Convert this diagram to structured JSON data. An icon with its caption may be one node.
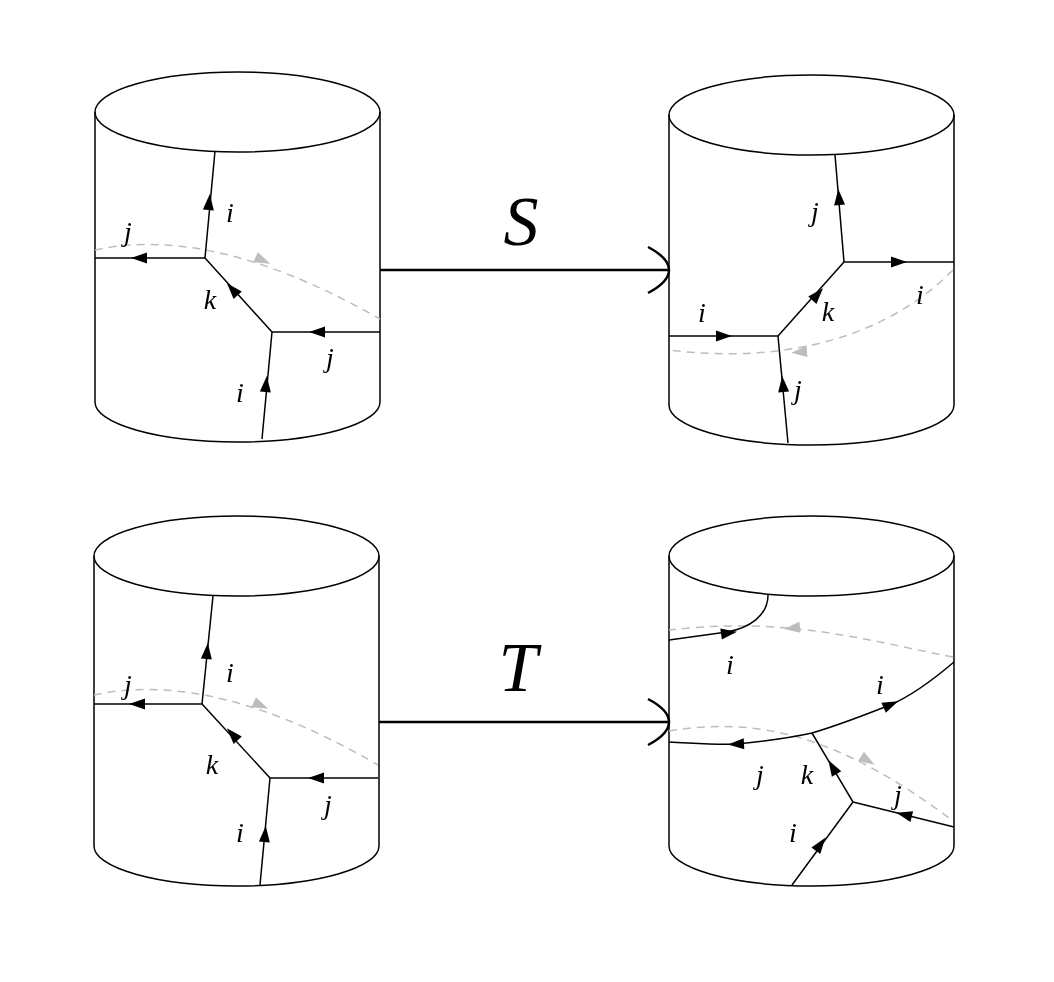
{
  "diagram": {
    "nodes": [
      {
        "text": [
          "i",
          "j",
          "k",
          "j",
          "i"
        ]
      },
      {
        "text": [
          "j",
          "i",
          "i",
          "k",
          "j"
        ]
      },
      {
        "text": [
          "i",
          "j",
          "k",
          "j",
          "i"
        ]
      },
      {
        "text": [
          "i",
          "i",
          "j",
          "k",
          "j",
          "i"
        ]
      }
    ],
    "edges": [
      {
        "from": 0,
        "to": 1,
        "arrow": "to",
        "label": "S"
      },
      {
        "from": 2,
        "to": 3,
        "arrow": "to",
        "label": "T"
      }
    ]
  }
}
